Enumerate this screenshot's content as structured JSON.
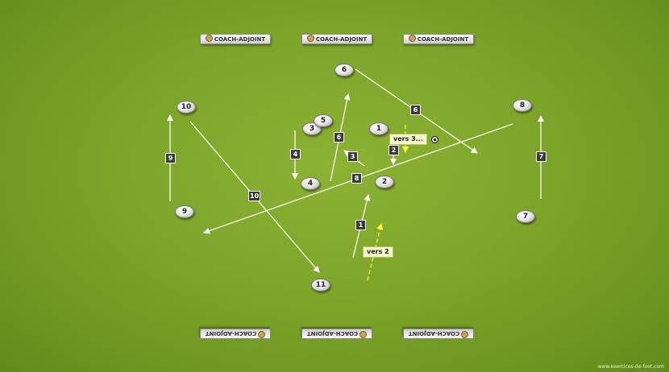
{
  "boards_top": [
    "COACH-ADJOINT",
    "COACH-ADJOINT",
    "COACH-ADJOINT"
  ],
  "boards_bottom": [
    "COACH-ADJOINT",
    "COACH-ADJOINT",
    "COACH-ADJOINT"
  ],
  "players": [
    "1",
    "2",
    "3",
    "4",
    "5",
    "6",
    "7",
    "8",
    "9",
    "10",
    "11"
  ],
  "sequence_labels": [
    "1",
    "2",
    "3",
    "4",
    "6",
    "6",
    "7",
    "8",
    "9",
    "10"
  ],
  "notes": {
    "vers3": "vers 3...",
    "vers2": "vers 2"
  },
  "watermark": "www.exercices-de-foot.com",
  "colors": {
    "pitch": "#7da52a",
    "pass_line": "#ffffff",
    "run_line": "#ffff33"
  }
}
